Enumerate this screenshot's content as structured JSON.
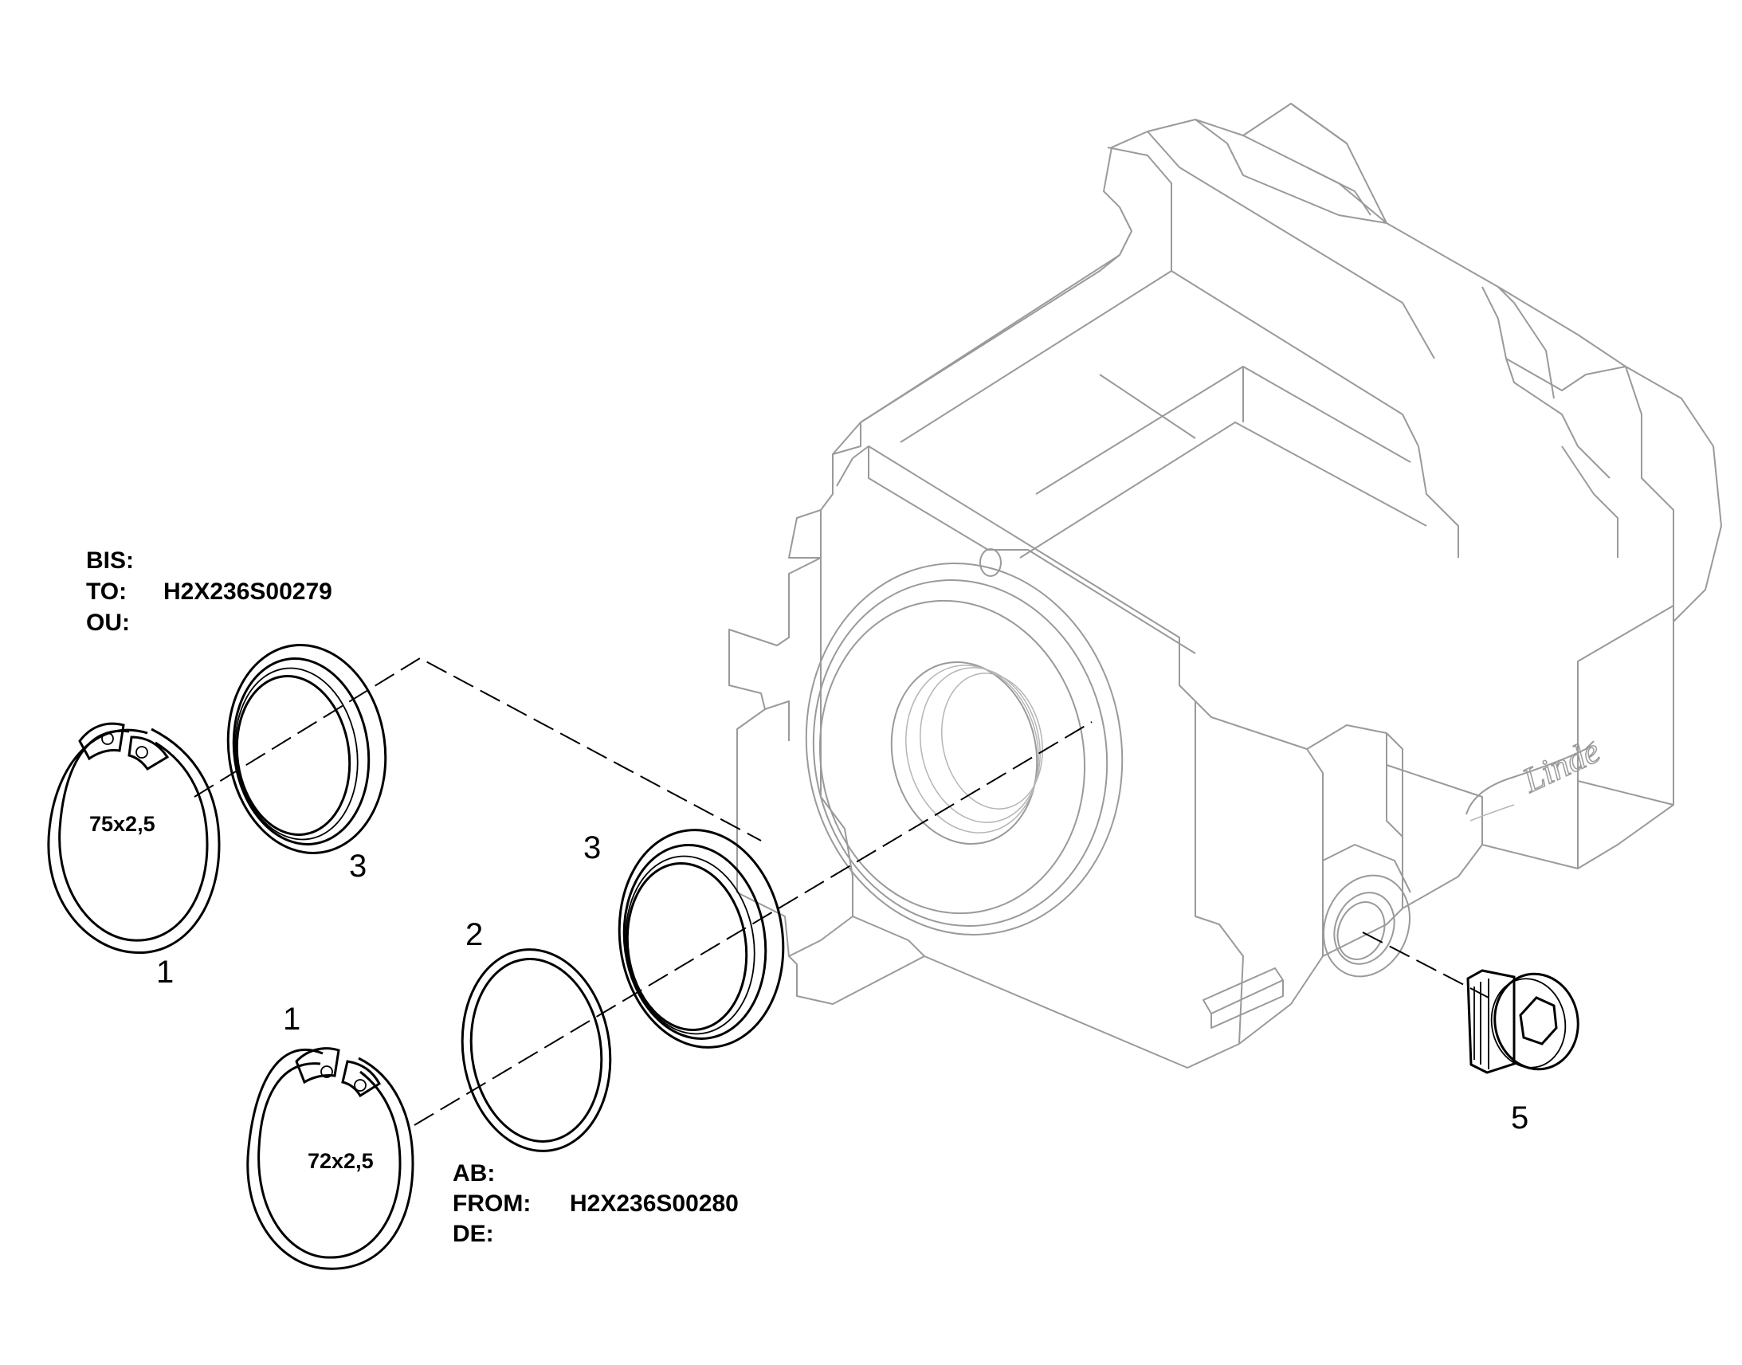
{
  "upper_note": {
    "line1": "BIS:",
    "line2_prefix": "TO:",
    "line2_value": "H2X236S00279",
    "line3": "OU:"
  },
  "lower_note": {
    "line1": "AB:",
    "line2_prefix": "FROM:",
    "line2_value": "H2X236S00280",
    "line3": "DE:"
  },
  "upper_circlip": {
    "item_number": "1",
    "size": "75x2,5"
  },
  "upper_seal_ring": {
    "item_number": "3"
  },
  "lower_seal_ring": {
    "item_number": "3"
  },
  "lower_o_ring": {
    "item_number": "2"
  },
  "lower_circlip": {
    "item_number": "1",
    "size": "72x2,5"
  },
  "drain_plug": {
    "item_number": "5"
  },
  "brand_logo": {
    "text": "Linde"
  }
}
